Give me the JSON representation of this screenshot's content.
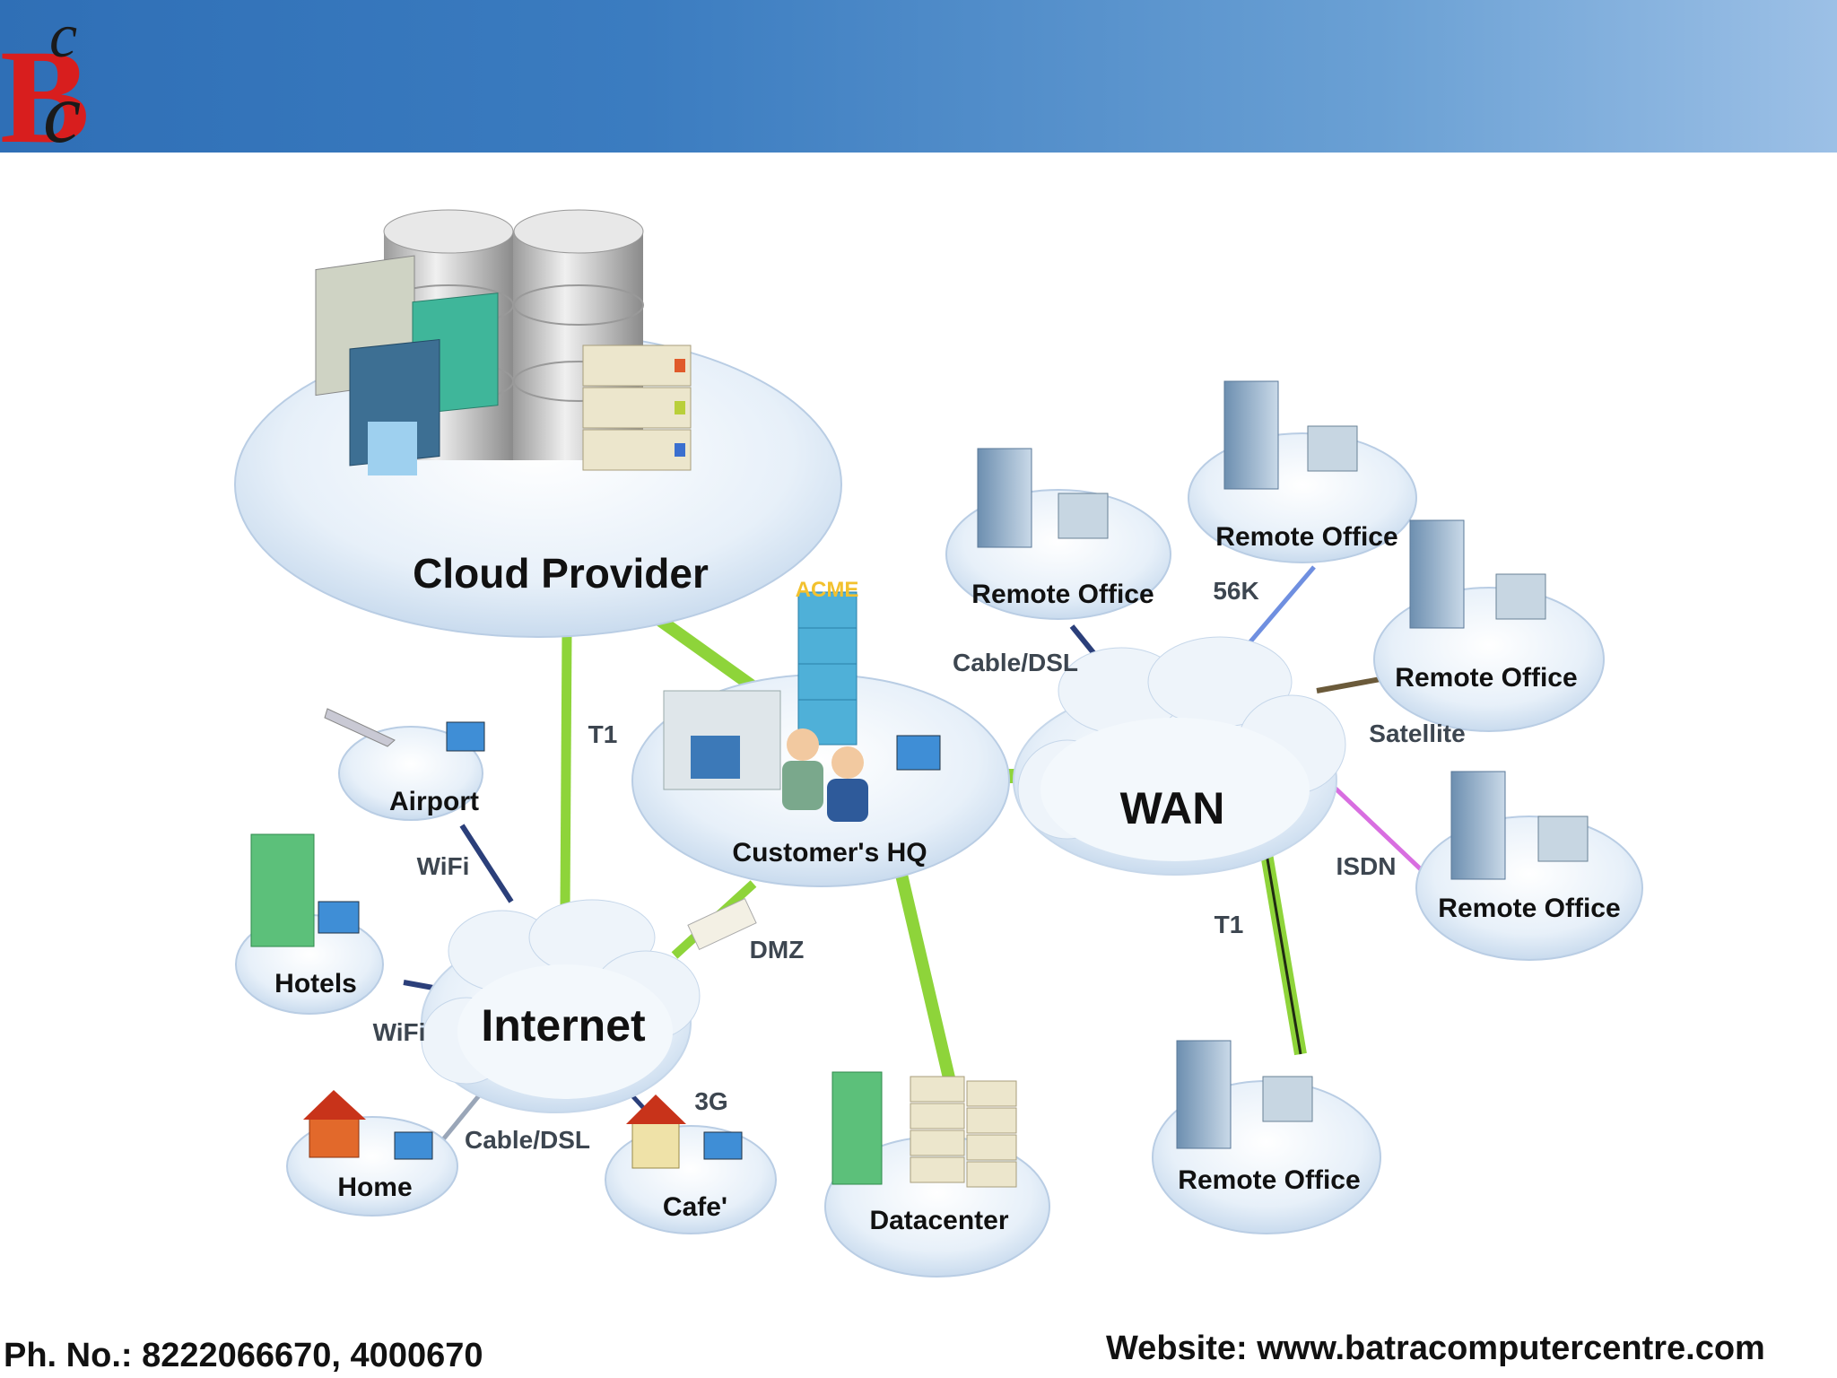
{
  "footer": {
    "phone": "Ph. No.: 8222066670, 4000670",
    "website": "Website: www.batracomputercentre.com"
  },
  "nodes": {
    "cloud_provider": "Cloud Provider",
    "customers_hq": "Customer's HQ",
    "acme": "ACME",
    "internet": "Internet",
    "wan": "WAN",
    "airport": "Airport",
    "hotels": "Hotels",
    "home": "Home",
    "cafe": "Cafe'",
    "datacenter": "Datacenter",
    "remote_office_1": "Remote Office",
    "remote_office_2": "Remote Office",
    "remote_office_3": "Remote Office",
    "remote_office_4": "Remote Office",
    "remote_office_5": "Remote Office"
  },
  "links": {
    "t1_cloud": "T1",
    "wifi_airport": "WiFi",
    "wifi_hotels": "WiFi",
    "cable_dsl_home": "Cable/DSL",
    "g3_cafe": "3G",
    "dmz": "DMZ",
    "cable_dsl_remote": "Cable/DSL",
    "k56": "56K",
    "satellite": "Satellite",
    "isdn": "ISDN",
    "t1_wan": "T1"
  },
  "colors": {
    "header_start": "#2f6fb6",
    "header_end": "#9cc0e6",
    "link_green": "#8ed43a",
    "link_navy": "#2b3f7a",
    "link_blue": "#6f8fe0",
    "link_brown": "#6b5a3a",
    "link_magenta": "#d86ee0",
    "link_gray": "#9aa6b8",
    "logo_red": "#d81e1e"
  }
}
